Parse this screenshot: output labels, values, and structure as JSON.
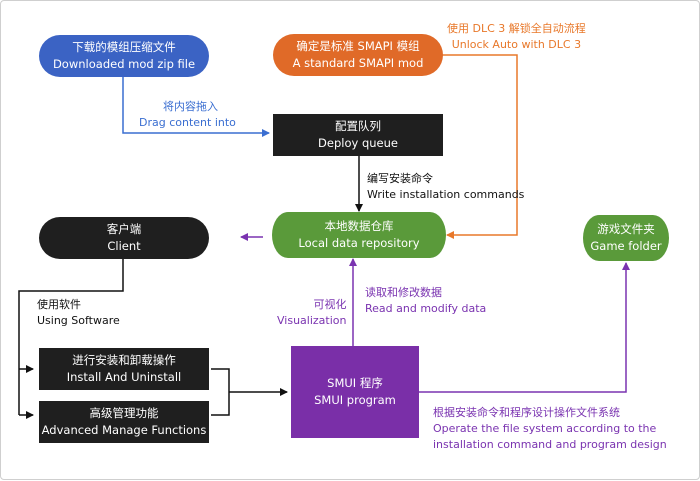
{
  "nodes": {
    "zip": {
      "zh": "下载的模组压缩文件",
      "en": "Downloaded mod zip file",
      "color": "#3b63c4"
    },
    "smapi": {
      "zh": "确定是标准 SMAPI 模组",
      "en": "A standard SMAPI mod",
      "color": "#e06a28"
    },
    "queue": {
      "zh": "配置队列",
      "en": "Deploy queue",
      "color": "#1f1f1f"
    },
    "repo": {
      "zh": "本地数据仓库",
      "en": "Local data repository",
      "color": "#5a9a3a"
    },
    "game": {
      "zh": "游戏文件夹",
      "en": "Game folder",
      "color": "#5a9a3a"
    },
    "client": {
      "zh": "客户端",
      "en": "Client",
      "color": "#1f1f1f"
    },
    "install": {
      "zh": "进行安装和卸载操作",
      "en": "Install And Uninstall",
      "color": "#1f1f1f"
    },
    "advanced": {
      "zh": "高级管理功能",
      "en": "Advanced Manage Functions",
      "color": "#1f1f1f"
    },
    "smui": {
      "zh": "SMUI 程序",
      "en": "SMUI program",
      "color": "#7a2fa8"
    }
  },
  "labels": {
    "drag": {
      "zh": "将内容拖入",
      "en": "Drag content into"
    },
    "write": {
      "zh": "编写安装命令",
      "en": "Write installation commands"
    },
    "dlc": {
      "zh": "使用 DLC 3 解锁全自动流程",
      "en": "Unlock Auto with DLC 3"
    },
    "using": {
      "zh": "使用软件",
      "en": "Using  Software"
    },
    "vis": {
      "zh": "可视化",
      "en": "Visualization"
    },
    "readmod": {
      "zh": "读取和修改数据",
      "en": "Read and modify data"
    },
    "operate": {
      "zh": "根据安装命令和程序设计操作文件系统",
      "en1": "Operate the file system according to the",
      "en2": "installation command and program design"
    }
  },
  "colors": {
    "blue": "#3a6ed1",
    "black": "#111111",
    "orange": "#e8782a",
    "purple": "#7a33b0",
    "green": "#5a9a3a"
  }
}
